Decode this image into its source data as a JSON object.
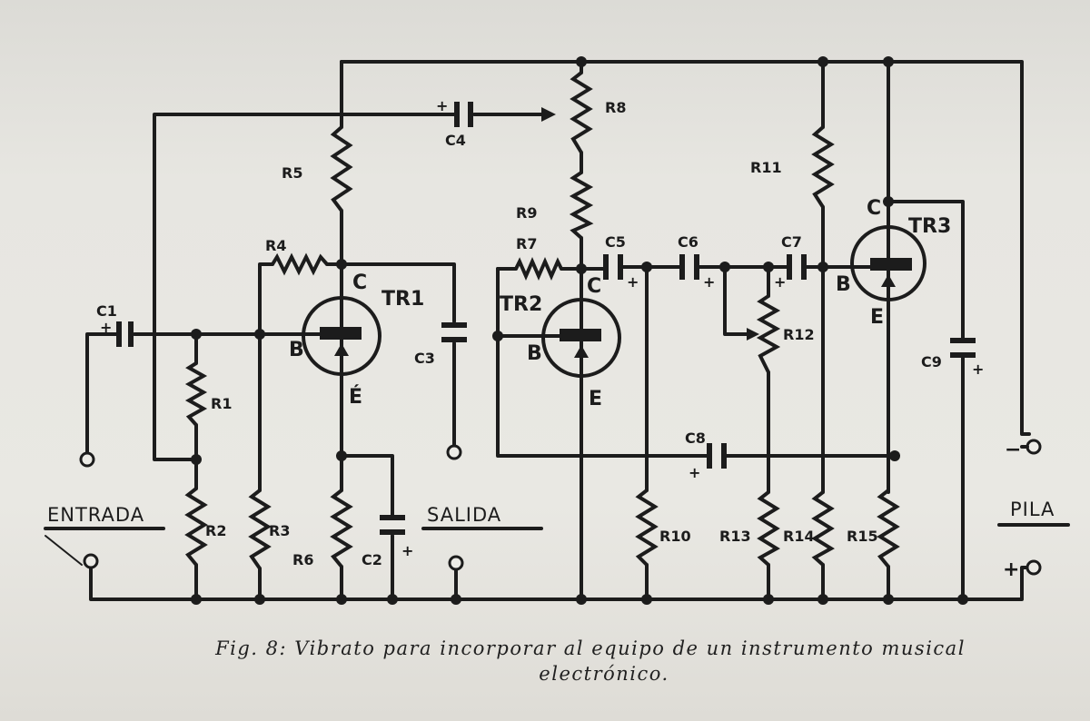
{
  "figure": {
    "caption_line1": "Fig. 8: Vibrato para incorporar al equipo de un instrumento musical",
    "caption_line2": "electrónico."
  },
  "sections": {
    "input": "ENTRADA",
    "output": "SALIDA",
    "battery": "PILA",
    "battery_minus": "−",
    "battery_plus": "+"
  },
  "resistors": {
    "r1": "R1",
    "r2": "R2",
    "r3": "R3",
    "r4": "R4",
    "r5": "R5",
    "r6": "R6",
    "r7": "R7",
    "r8": "R8",
    "r9": "R9",
    "r10": "R10",
    "r11": "R11",
    "r12": "R12",
    "r13": "R13",
    "r14": "R14",
    "r15": "R15"
  },
  "capacitors": {
    "c1": "C1",
    "c2": "C2",
    "c3": "C3",
    "c4": "C4",
    "c5": "C5",
    "c6": "C6",
    "c7": "C7",
    "c8": "C8",
    "c9": "C9",
    "plus": "+"
  },
  "transistors": {
    "tr1": "TR1",
    "tr2": "TR2",
    "tr3": "TR3",
    "collector": "C",
    "base": "B",
    "emitter": "E",
    "emitter_tr1": "É"
  }
}
